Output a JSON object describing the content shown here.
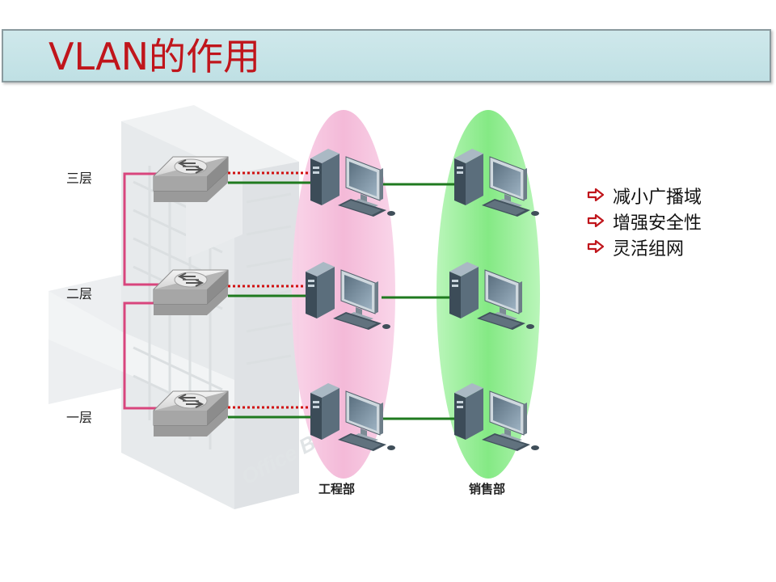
{
  "title": "VLAN的作用",
  "floors": [
    {
      "key": "floor-3",
      "label": "三层"
    },
    {
      "key": "floor-2",
      "label": "二层"
    },
    {
      "key": "floor-1",
      "label": "一层"
    }
  ],
  "building_text": "Office B",
  "departments": [
    {
      "key": "engineering",
      "label": "工程部",
      "color": "#f6bfdd"
    },
    {
      "key": "sales",
      "label": "销售部",
      "color": "#88ee88"
    }
  ],
  "benefits": [
    {
      "text": "减小广播域"
    },
    {
      "text": "增强安全性"
    },
    {
      "text": "灵活组网"
    }
  ],
  "colors": {
    "title_text": "#c0151b",
    "title_bar": "#c6e4e8",
    "trunk_link": "#d8457d",
    "dotted_link": "#d01010",
    "green_link": "#1f7a1f",
    "bullet_arrow": "#c0151b"
  },
  "icons": {
    "switch": "switch-icon",
    "computer": "desktop-computer-icon",
    "bullet": "arrow-right-outline-icon"
  }
}
